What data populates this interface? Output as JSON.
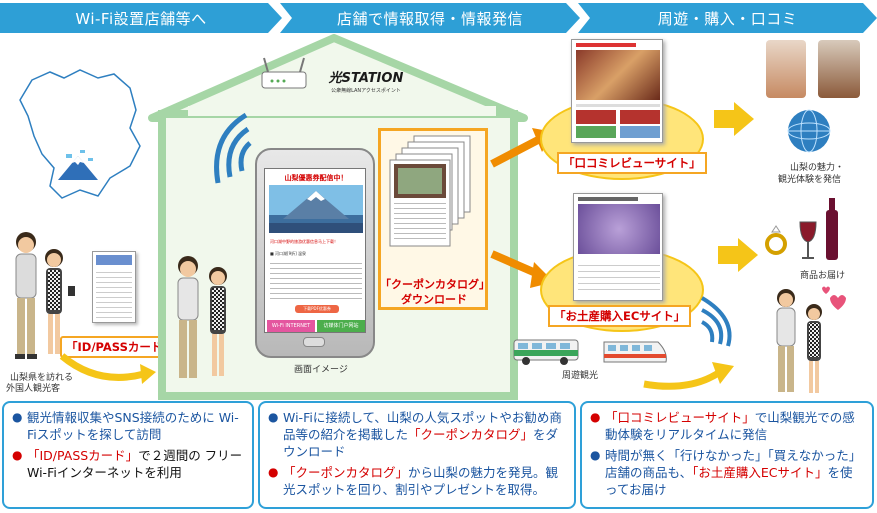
{
  "header": {
    "step1": "Wi-Fi設置店舗等へ",
    "step2": "店舗で情報取得・情報発信",
    "step3": "周遊・購入・口コミ"
  },
  "left": {
    "visitor_caption_1": "山梨県を訪れる",
    "visitor_caption_2": "外国人観光客",
    "id_card_label": "「ID/PASSカード」"
  },
  "house": {
    "logo_text": "光STATION",
    "logo_sub": "公衆無線LANアクセスポイント",
    "screen_caption": "画面イメージ"
  },
  "phone": {
    "title": "山梨優惠券配信中！",
    "line1": "河口湖中野的旅游优惠信息马上下载！",
    "line2": "■ 河口湖[9折] 温泉",
    "line3": "■ 小麦 [免费]",
    "button": "下载PDF优惠券",
    "nav_left": "Wi-Fi INTERNET",
    "nav_right": "访媒体门户网站"
  },
  "coupon": {
    "label_line1": "「クーポンカタログ」",
    "label_line2": "ダウンロード"
  },
  "right": {
    "review_site_label": "「口コミレビューサイト」",
    "ec_site_label": "「お土産購入ECサイト」",
    "people_caption_1": "山梨の魅力・",
    "people_caption_2": "観光体験を発信",
    "gift_caption": "商品お届け",
    "tour_caption": "周遊観光"
  },
  "bottom": {
    "box1": {
      "b1": "観光情報収集やSNS接続のために Wi-Fiスポットを探して訪問",
      "b2_red": "「ID/PASSカード」",
      "b2_rest": "で２週間の フリーWi-Fiインターネットを利用"
    },
    "box2": {
      "b1_part1": "Wi-Fiに接続して、山梨の人気スポットやお勧め商品等の紹介を掲載した",
      "b1_red": "「クーポンカタログ」",
      "b1_part2": "をダウンロード",
      "b2_red": "「クーポンカタログ」",
      "b2_rest": "から山梨の魅力を発見。観光スポットを回り、割引やプレゼントを取得。"
    },
    "box3": {
      "b1_red": "「口コミレビューサイト」",
      "b1_rest": "で山梨観光での感動体験をリアルタイムに発信",
      "b2_part1": "時間が無く「行けなかった」「買えなかった」店舗の商品も、",
      "b2_red": "「お土産購入ECサイト」",
      "b2_rest": "を使ってお届け"
    }
  },
  "colors": {
    "chevron": "#2e9fd6",
    "house_border": "#a6d6a6",
    "ellipse": "#ffe57a",
    "accent_red": "#d40000",
    "text_blue": "#1b55a0"
  }
}
